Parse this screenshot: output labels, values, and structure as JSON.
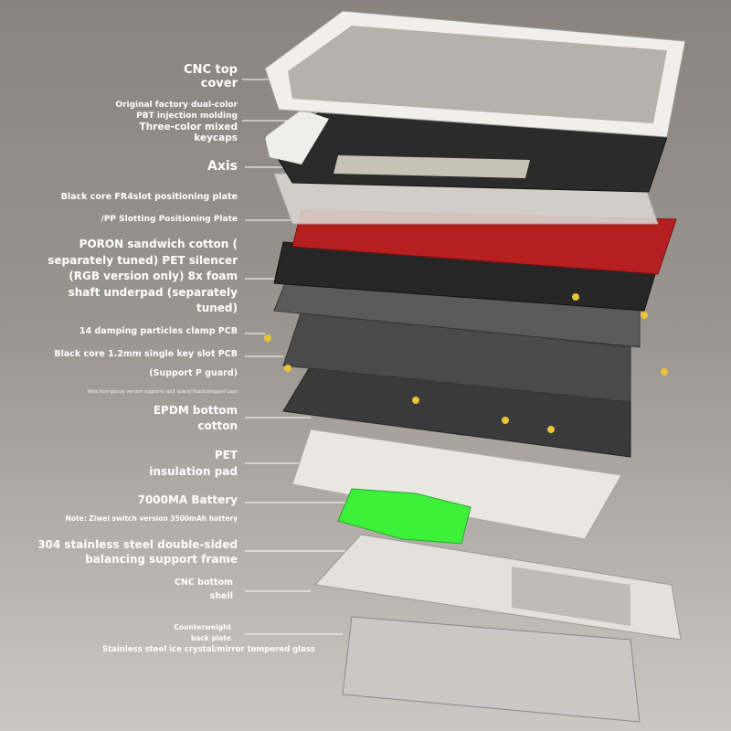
{
  "labels": {
    "cnc_top_cover": [
      "CNC top",
      "cover"
    ],
    "keycaps": [
      "Original factory dual-color",
      "PBT injection molding",
      "Three-color mixed",
      "keycaps"
    ],
    "axis": "Axis",
    "plate_1": "Black core FR4slot positioning plate",
    "plate_2": "/PP Slotting Positioning Plate",
    "poron": [
      "PORON sandwich cotton (",
      "separately tuned) PET silencer",
      "(RGB version only) 8x foam",
      "shaft underpad (separately",
      "tuned)"
    ],
    "damping": "14 damping particles clamp PCB",
    "pcb": "Black core 1.2mm single key slot PCB",
    "pcb_note": "(Support P guard)",
    "pcb_small_note": "Note:Non-glossy version supports split space/7back/stepped caps",
    "epdm": [
      "EPDM bottom",
      "cotton"
    ],
    "pet": [
      "PET",
      "insulation pad"
    ],
    "battery": "7000MA Battery",
    "battery_note": "Note: Ziwei switch version 3500mAh battery",
    "frame": [
      "304 stainless steel double-sided",
      "balancing support frame"
    ],
    "cnc_bottom": [
      "CNC bottom",
      "shell"
    ],
    "counterweight": [
      "Counterweight",
      "back plate"
    ],
    "glass": "Stainless steel ice crystal/mirror tempered glass"
  },
  "colors": {
    "battery": "#3df03a",
    "red_plate": "#b51f1f",
    "label_text": "#ffffff"
  }
}
